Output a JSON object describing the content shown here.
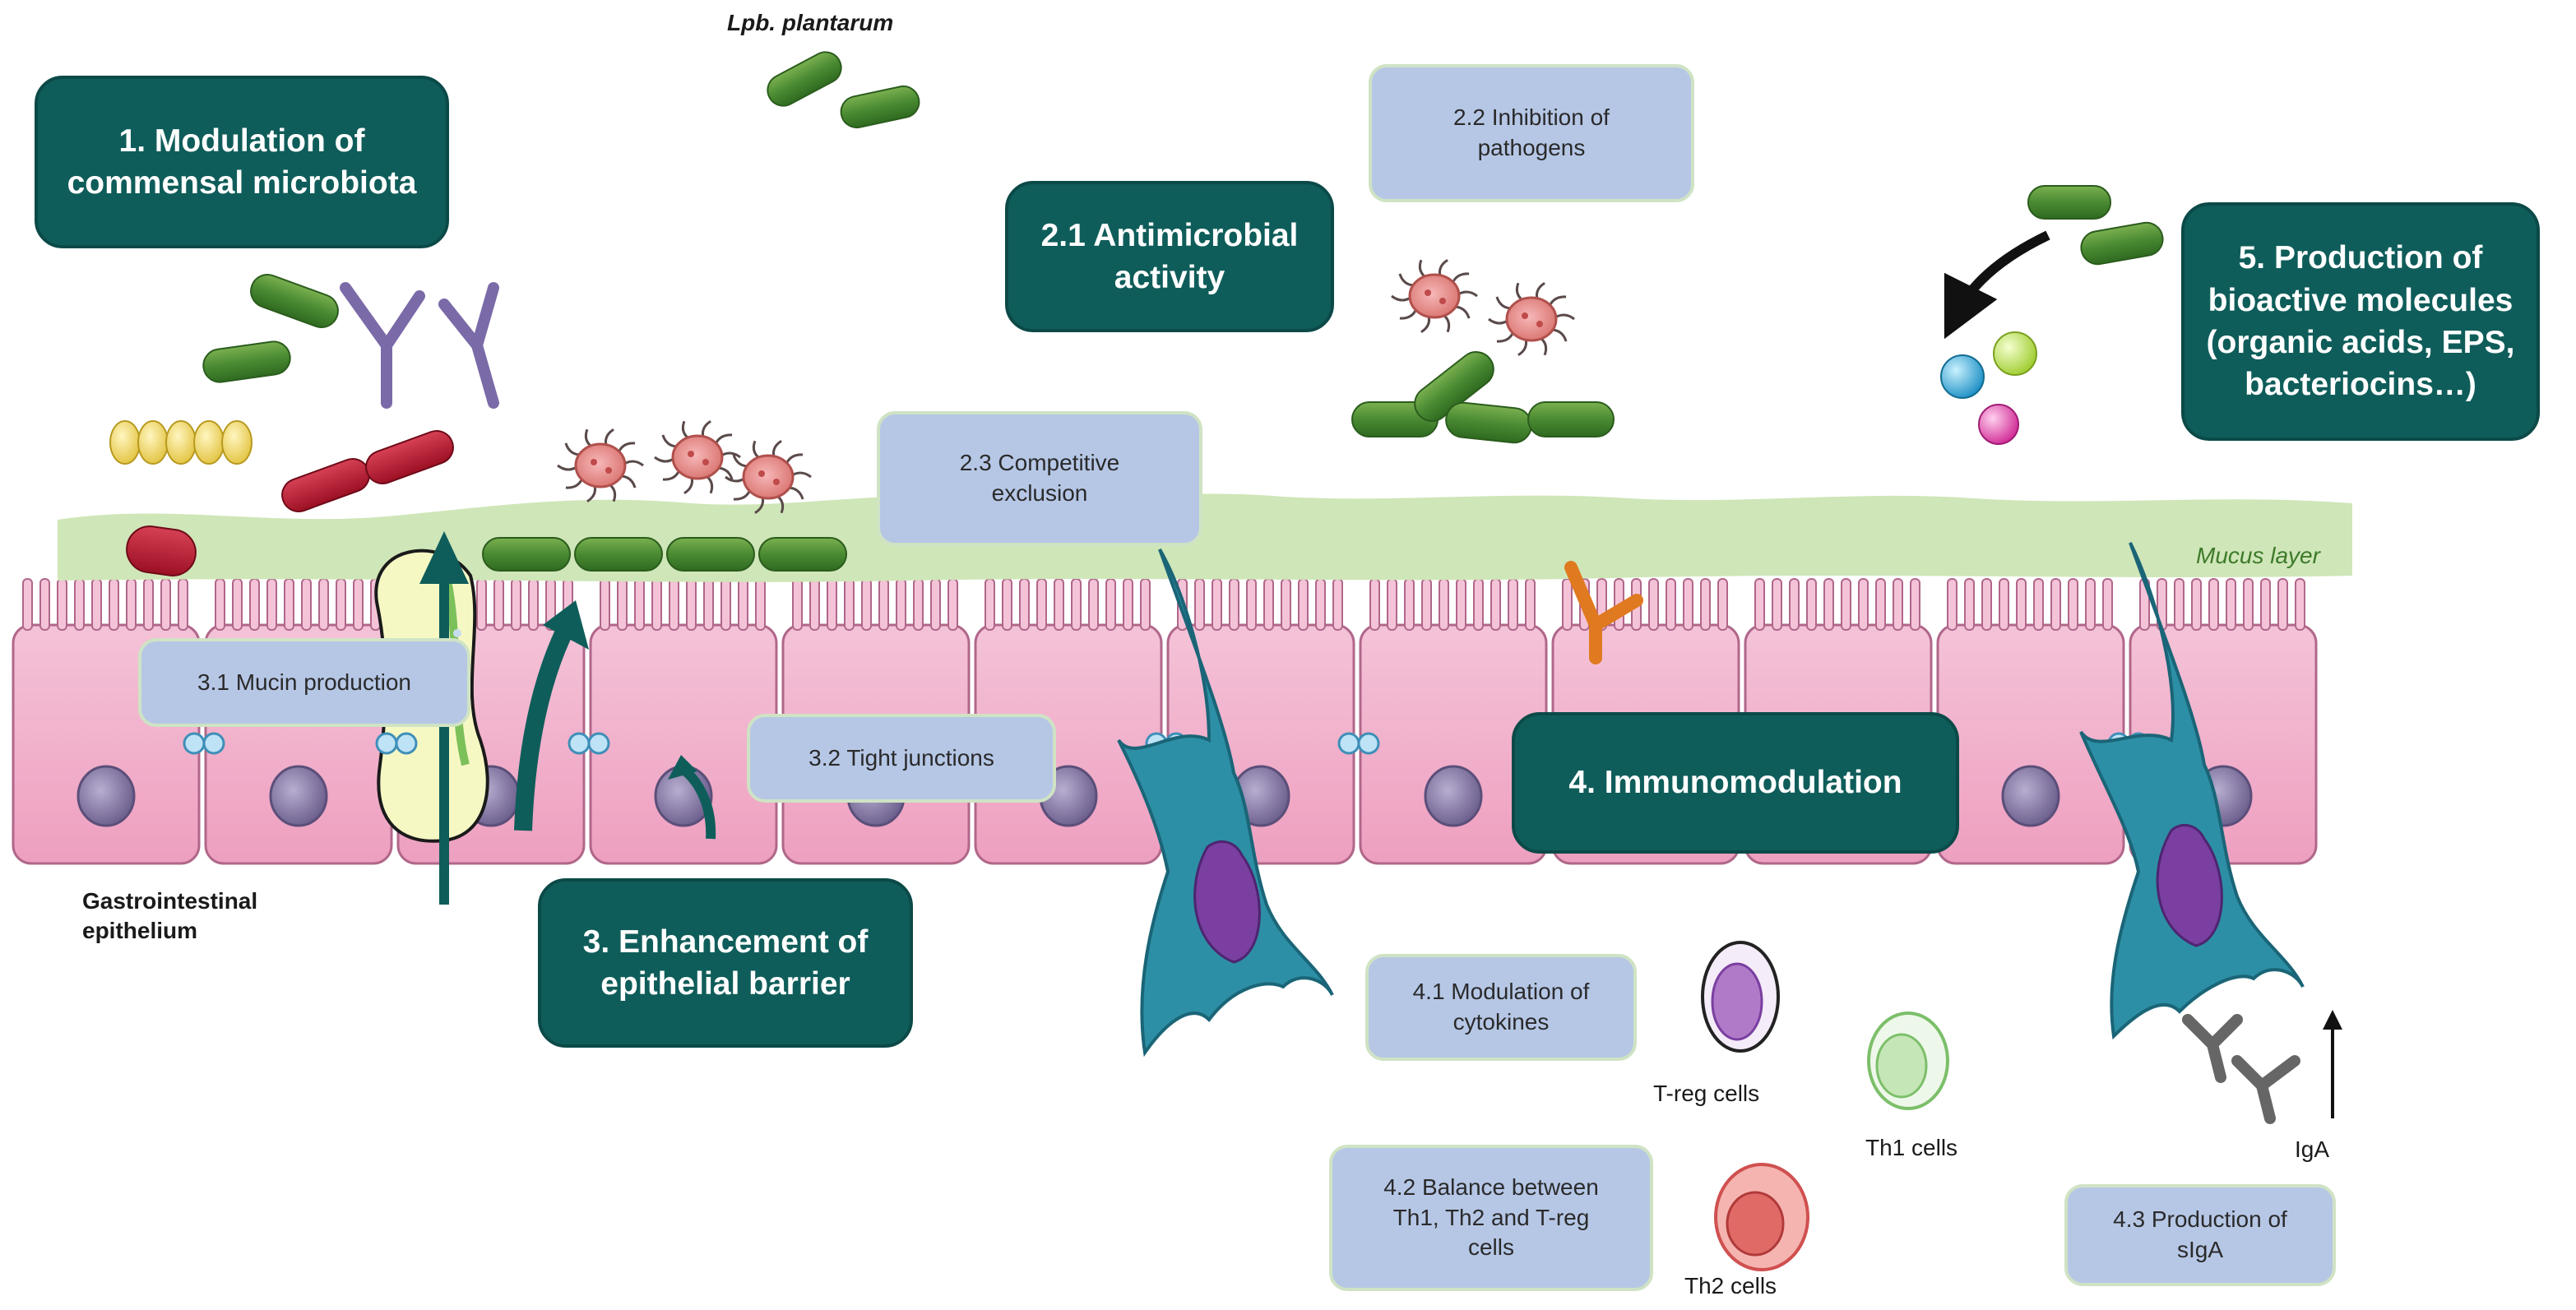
{
  "labels": {
    "bacterium": "Lpb. plantarum",
    "mucus": "Mucus layer",
    "epithelium": "Gastrointestinal\nepithelium",
    "treg": "T-reg cells",
    "th1": "Th1 cells",
    "th2": "Th2 cells",
    "iga": "IgA"
  },
  "mechanisms": {
    "m1": "1. Modulation of\ncommensal microbiota",
    "m21": "2.1 Antimicrobial\nactivity",
    "m22": "2.2 Inhibition of\npathogens",
    "m23": "2.3 Competitive\nexclusion",
    "m3": "3. Enhancement of\nepithelial barrier",
    "m31": "3.1 Mucin production",
    "m32": "3.2 Tight junctions",
    "m4": "4. Immunomodulation",
    "m41": "4.1 Modulation of\ncytokines",
    "m42": "4.2 Balance between\nTh1, Th2 and T-reg\ncells",
    "m43": "4.3  Production of\nsIgA",
    "m5": "5. Production of\nbioactive molecules\n(organic acids, EPS,\nbacteriocins…)"
  },
  "colors": {
    "dark_box": "#0f5d5a",
    "light_box": "#b6c7e6",
    "mucus": "#cfe6b8",
    "epithelial_cell": "#f2b6cf",
    "nucleus": "#8b7ea8",
    "probiotic": "#4a8a32",
    "pathogen_rod": "#b5172f",
    "dendritic_cell": "#2d8fa5"
  }
}
